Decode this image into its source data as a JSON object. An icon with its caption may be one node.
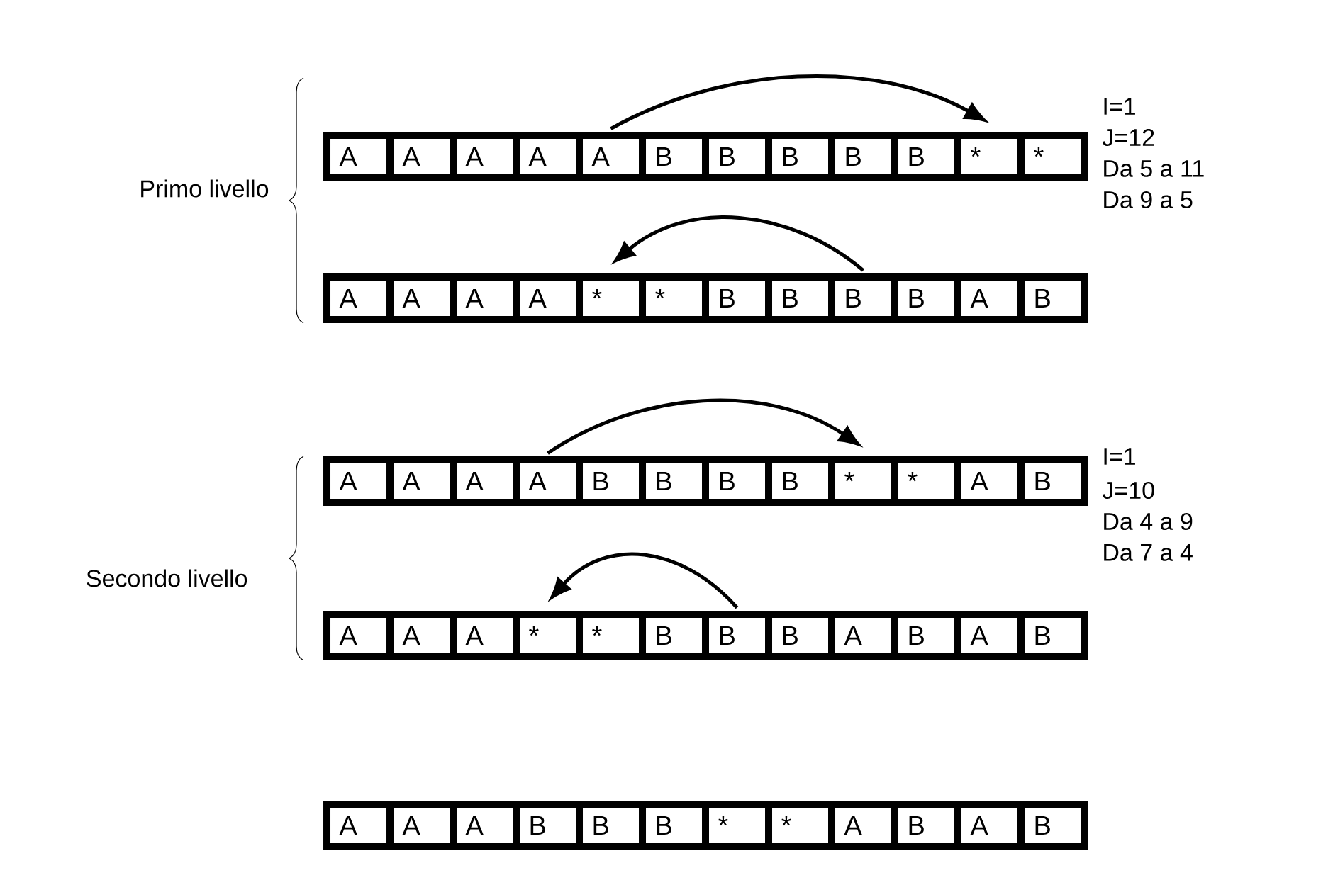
{
  "diagram": {
    "nodes": [
      {
        "text": [],
        "shape": "bar"
      },
      {
        "text": [
          "A"
        ],
        "in": 0
      },
      {
        "text": [
          "A"
        ],
        "in": 0
      },
      {
        "text": [
          "A"
        ],
        "in": 0
      },
      {
        "text": [
          "A"
        ],
        "in": 0
      },
      {
        "text": [
          "A"
        ],
        "in": 0
      },
      {
        "text": [
          "B"
        ],
        "in": 0
      },
      {
        "text": [
          "B"
        ],
        "in": 0
      },
      {
        "text": [
          "B"
        ],
        "in": 0
      },
      {
        "text": [
          "B"
        ],
        "in": 0
      },
      {
        "text": [
          "B"
        ],
        "in": 0
      },
      {
        "text": [
          "*"
        ],
        "in": 0
      },
      {
        "text": [
          "*"
        ],
        "in": 0
      },
      {
        "text": [],
        "shape": "bar"
      },
      {
        "text": [
          "A"
        ],
        "in": 13
      },
      {
        "text": [
          "A"
        ],
        "in": 13
      },
      {
        "text": [
          "A"
        ],
        "in": 13
      },
      {
        "text": [
          "A"
        ],
        "in": 13
      },
      {
        "text": [
          "*"
        ],
        "in": 13
      },
      {
        "text": [
          "*"
        ],
        "in": 13
      },
      {
        "text": [
          "B"
        ],
        "in": 13
      },
      {
        "text": [
          "B"
        ],
        "in": 13
      },
      {
        "text": [
          "B"
        ],
        "in": 13
      },
      {
        "text": [
          "B"
        ],
        "in": 13
      },
      {
        "text": [
          "A"
        ],
        "in": 13
      },
      {
        "text": [
          "B"
        ],
        "in": 13
      },
      {
        "text": [],
        "shape": "bar"
      },
      {
        "text": [
          "A"
        ],
        "in": 26
      },
      {
        "text": [
          "A"
        ],
        "in": 26
      },
      {
        "text": [
          "A"
        ],
        "in": 26
      },
      {
        "text": [
          "A"
        ],
        "in": 26
      },
      {
        "text": [
          "B"
        ],
        "in": 26
      },
      {
        "text": [
          "B"
        ],
        "in": 26
      },
      {
        "text": [
          "B"
        ],
        "in": 26
      },
      {
        "text": [
          "B"
        ],
        "in": 26
      },
      {
        "text": [
          "*"
        ],
        "in": 26
      },
      {
        "text": [
          "*"
        ],
        "in": 26
      },
      {
        "text": [
          "A"
        ],
        "in": 26
      },
      {
        "text": [
          "B"
        ],
        "in": 26
      },
      {
        "text": [],
        "shape": "bar"
      },
      {
        "text": [
          "A"
        ],
        "in": 39
      },
      {
        "text": [
          "A"
        ],
        "in": 39
      },
      {
        "text": [
          "A"
        ],
        "in": 39
      },
      {
        "text": [
          "*"
        ],
        "in": 39
      },
      {
        "text": [
          "*"
        ],
        "in": 39
      },
      {
        "text": [
          "B"
        ],
        "in": 39
      },
      {
        "text": [
          "B"
        ],
        "in": 39
      },
      {
        "text": [
          "B"
        ],
        "in": 39
      },
      {
        "text": [
          "A"
        ],
        "in": 39
      },
      {
        "text": [
          "B"
        ],
        "in": 39
      },
      {
        "text": [
          "A"
        ],
        "in": 39
      },
      {
        "text": [
          "B"
        ],
        "in": 39
      },
      {
        "text": [],
        "shape": "bar"
      },
      {
        "text": [
          "A"
        ],
        "in": 52
      },
      {
        "text": [
          "A"
        ],
        "in": 52
      },
      {
        "text": [
          "A"
        ],
        "in": 52
      },
      {
        "text": [
          "B"
        ],
        "in": 52
      },
      {
        "text": [
          "B"
        ],
        "in": 52
      },
      {
        "text": [
          "B"
        ],
        "in": 52
      },
      {
        "text": [
          "*"
        ],
        "in": 52
      },
      {
        "text": [
          "*"
        ],
        "in": 52
      },
      {
        "text": [
          "A"
        ],
        "in": 52
      },
      {
        "text": [
          "B"
        ],
        "in": 52
      },
      {
        "text": [
          "A"
        ],
        "in": 52
      },
      {
        "text": [
          "B"
        ],
        "in": 52
      }
    ],
    "edges": [
      {
        "from": 5,
        "to": 11,
        "arrow": "to"
      },
      {
        "from": 22,
        "to": 18,
        "arrow": "to"
      },
      {
        "from": 30,
        "to": 35,
        "arrow": "to"
      },
      {
        "from": 46,
        "to": 43,
        "arrow": "to"
      }
    ],
    "labels": [
      "I=1",
      "J=12",
      "Da 5 a 11",
      "Da 9 a 5",
      "Primo livello",
      "Secondo livello",
      "I=1",
      "J=10",
      "Da 4 a 9",
      "Da 7 a 4"
    ]
  }
}
